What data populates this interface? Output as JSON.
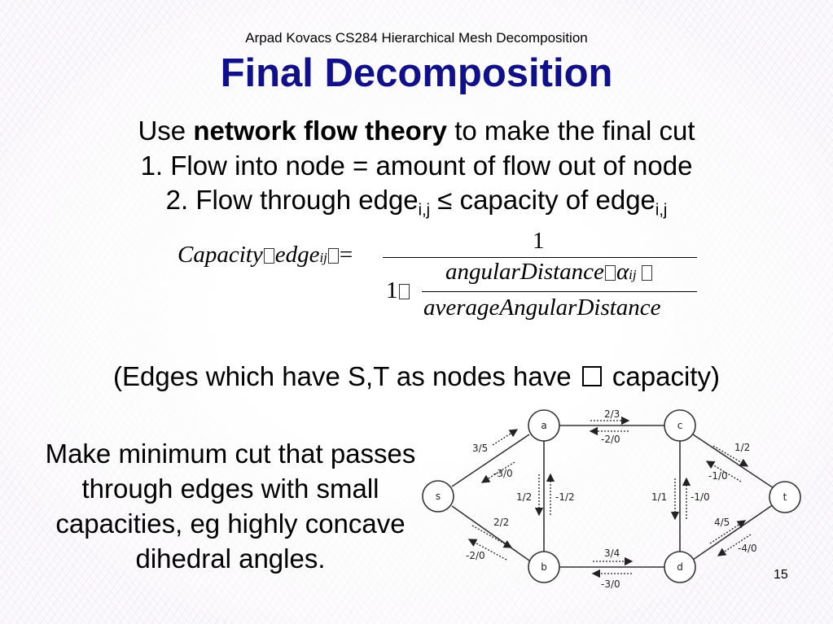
{
  "header": {
    "subtitle": "Arpad Kovacs CS284 Hierarchical Mesh Decomposition",
    "title": "Final Decomposition"
  },
  "content": {
    "line1_pre": "Use ",
    "line1_bold": "network flow theory",
    "line1_post": " to make the final cut",
    "line2": "1. Flow into node = amount of flow out of node",
    "line3_a": "2. Flow through edge",
    "line3_sub1": "i,j",
    "line3_b": " ≤ capacity of edge",
    "line3_sub2": "i,j",
    "formula": {
      "capacity": "Capacity",
      "edge": "edge",
      "edge_sub": "ij",
      "equals": "=",
      "numerator": "1",
      "one": "1",
      "inner_numerator": "angularDistance",
      "alpha": "α",
      "alpha_sub": "ij",
      "inner_denominator": "averageAngularDistance"
    },
    "edges_note_pre": "(Edges which have S,T as nodes have ",
    "edges_note_post": " capacity)",
    "mincut_text": "Make minimum cut that passes through edges with small capacities, eg highly concave dihedral angles."
  },
  "graph": {
    "nodes": {
      "s": "s",
      "a": "a",
      "b": "b",
      "c": "c",
      "d": "d",
      "t": "t"
    },
    "labels": {
      "ac_top": "2/3",
      "ac_bottom": "-2/0",
      "sa_top": "3/5",
      "sa_bottom": "-3/0",
      "ab_left": "1/2",
      "ab_right": "-1/2",
      "sb_top": "2/2",
      "sb_bottom": "-2/0",
      "bd_top": "3/4",
      "bd_bottom": "-3/0",
      "cd_left": "1/1",
      "cd_right": "-1/0",
      "ct_top": "1/2",
      "ct_bottom": "-1/0",
      "dt_top": "4/5",
      "dt_bottom": "-4/0"
    }
  },
  "footer": {
    "page_number": "15"
  },
  "colors": {
    "title": "#10108a",
    "background_pattern_pink": "#e8a8c8",
    "background_pattern_blue": "#b0c4e8"
  }
}
